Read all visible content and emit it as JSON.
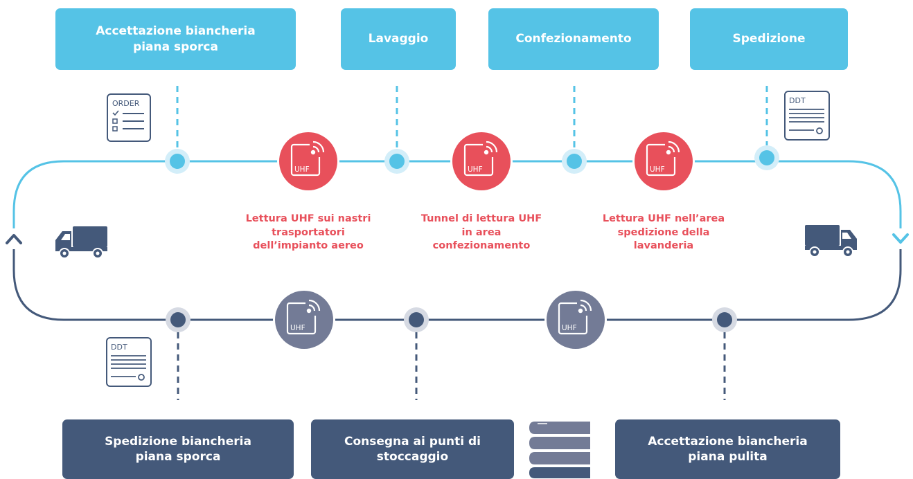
{
  "top_steps": [
    {
      "label": "Accettazione biancheria piana sporca"
    },
    {
      "label": "Lavaggio"
    },
    {
      "label": "Confezionamento"
    },
    {
      "label": "Spedizione"
    }
  ],
  "bottom_steps": [
    {
      "label": "Spedizione biancheria piana sporca"
    },
    {
      "label": "Consegna ai punti di stoccaggio"
    },
    {
      "label": "Accettazione biancheria piana pulita"
    }
  ],
  "readers_top": [
    {
      "caption": "Lettura UHF sui nastri trasportatori dell’impianto aereo"
    },
    {
      "caption": "Tunnel di lettura UHF in area confezionamento"
    },
    {
      "caption": "Lettura UHF nell’area spedizione della lavanderia"
    }
  ],
  "uhf_label": "UHF",
  "documents": {
    "order": "ORDER",
    "ddt_top": "DDT",
    "ddt_bottom": "DDT"
  },
  "icons": [
    "order-document-icon",
    "ddt-document-icon",
    "uhf-reader-icon",
    "truck-icon",
    "linen-stack-icon",
    "chevron-up-icon",
    "chevron-down-icon"
  ],
  "colors": {
    "top_box": "#55c3e6",
    "bottom_box": "#44597a",
    "reader_red": "#e8505b",
    "reader_grey": "#737b96",
    "loop_light": "#55c3e6",
    "loop_dark": "#44597a"
  }
}
